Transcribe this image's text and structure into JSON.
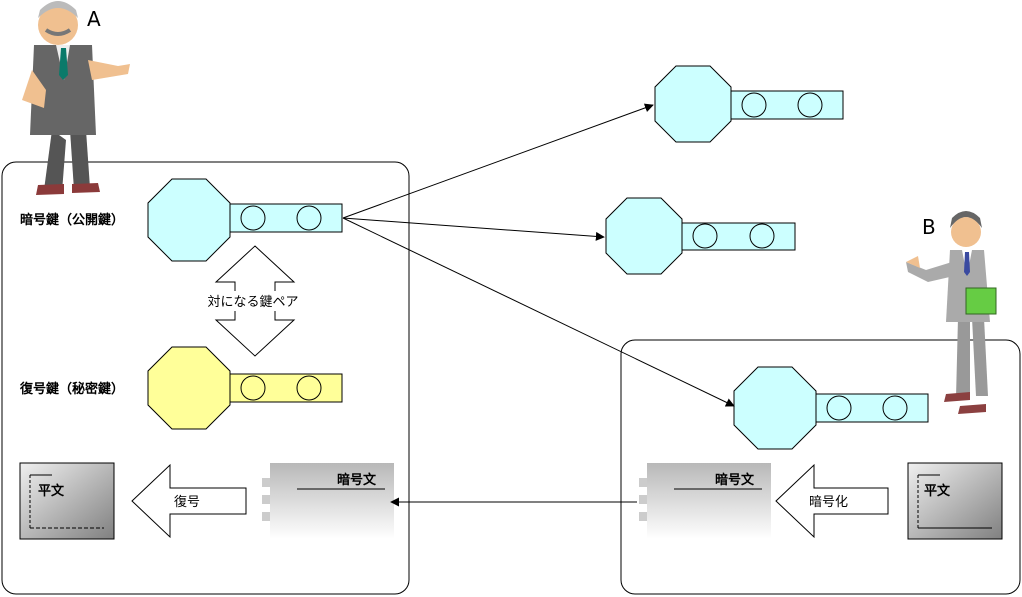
{
  "people": {
    "a": {
      "label": "A"
    },
    "b": {
      "label": "B"
    }
  },
  "left_panel": {
    "encryption_key_label": "暗号鍵（公開鍵）",
    "key_pair_label": "対になる鍵ペア",
    "decryption_key_label": "復号鍵（秘密鍵）",
    "plaintext_label": "平文",
    "decrypt_arrow_label": "復号",
    "ciphertext_label": "暗号文"
  },
  "right_panel": {
    "ciphertext_label": "暗号文",
    "encrypt_arrow_label": "暗号化",
    "plaintext_label": "平文"
  },
  "colors": {
    "public_key": "#ccffff",
    "private_key": "#ffff99",
    "outline": "#000000"
  }
}
